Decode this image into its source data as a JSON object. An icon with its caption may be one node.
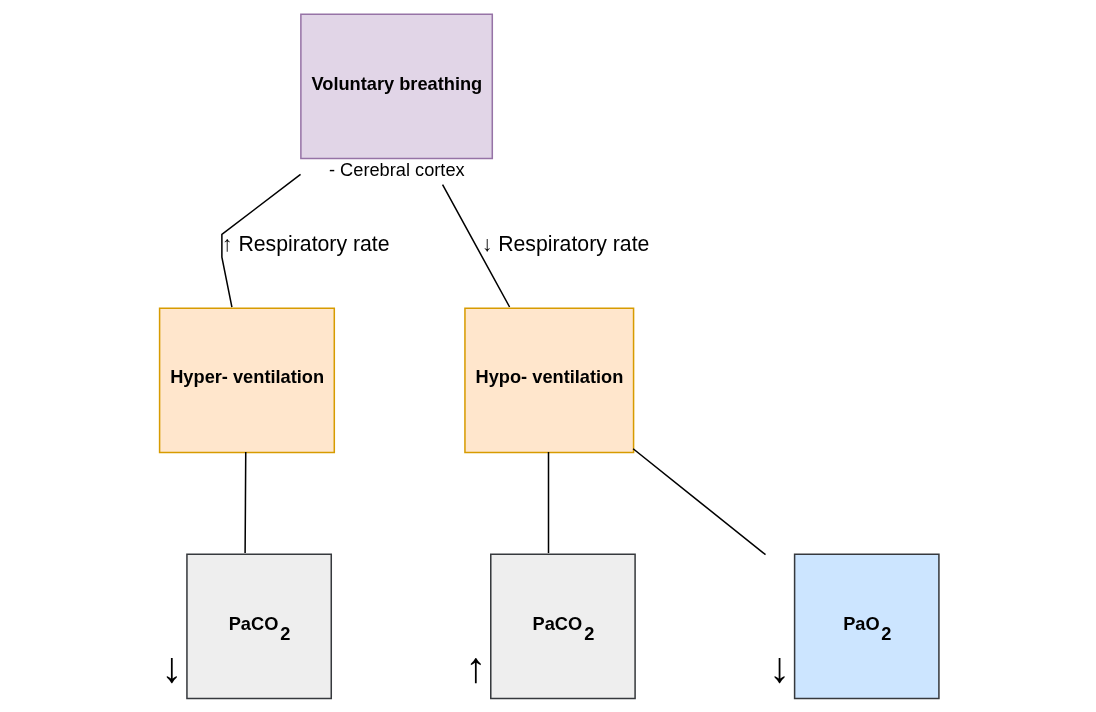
{
  "diagram": {
    "nodes": [
      {
        "text": [
          "Voluntary breathing"
        ],
        "beside": [
          "- Cerebral cortex"
        ]
      },
      {
        "text": [
          "Hyper- ventilation"
        ]
      },
      {
        "text": [
          "Hypo- ventilation"
        ]
      },
      {
        "text": [
          "PaCO$_{2}$"
        ],
        "beside": [
          "↓"
        ]
      },
      {
        "text": [
          "PaCO$_{2}$"
        ],
        "beside": [
          "↑"
        ]
      },
      {
        "text": [
          "PaO$_{2}$"
        ],
        "beside": [
          "↓"
        ]
      }
    ],
    "edges": [
      {
        "from": 0,
        "to": 1,
        "arrow": "none",
        "label": "↑ Respiratory rate"
      },
      {
        "from": 0,
        "to": 2,
        "arrow": "none",
        "label": "↓ Respiratory rate"
      },
      {
        "from": 1,
        "to": 3,
        "arrow": "none"
      },
      {
        "from": 2,
        "to": 4,
        "arrow": "none"
      },
      {
        "from": 2,
        "to": 5,
        "arrow": "none"
      }
    ]
  }
}
